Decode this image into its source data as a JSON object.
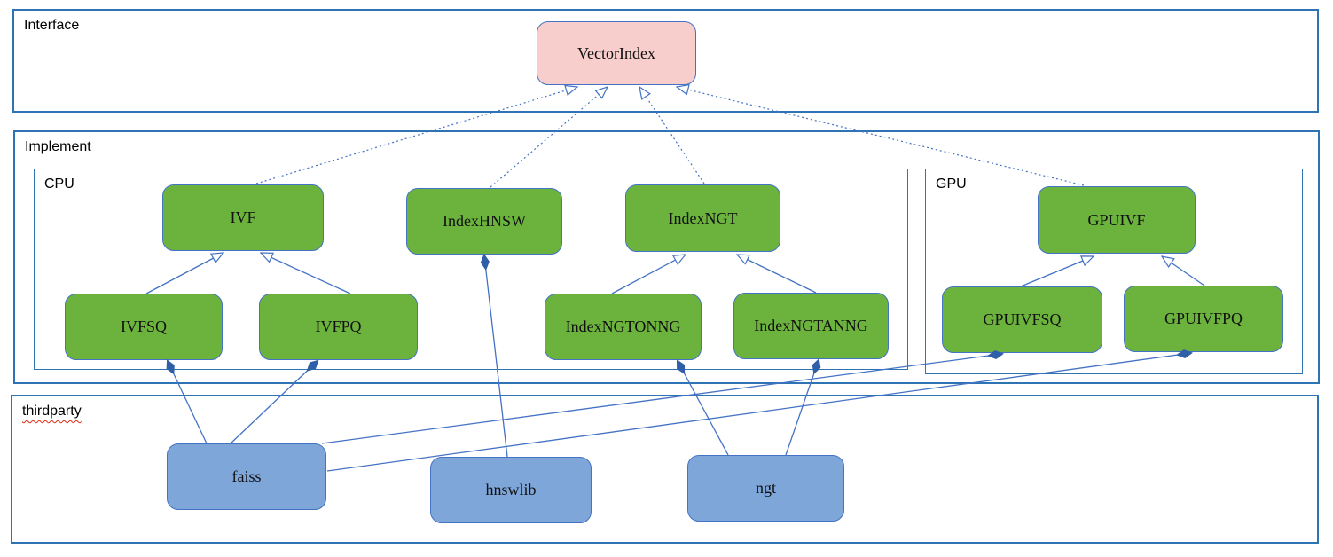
{
  "containers": {
    "interface": {
      "label": "Interface"
    },
    "implement": {
      "label": "Implement"
    },
    "cpu": {
      "label": "CPU"
    },
    "gpu": {
      "label": "GPU"
    },
    "thirdparty": {
      "label": "thirdparty",
      "spellcheck_flagged": true
    }
  },
  "nodes": {
    "vectorindex": {
      "label": "VectorIndex",
      "group": "interface"
    },
    "ivf": {
      "label": "IVF",
      "group": "cpu"
    },
    "indexhnsw": {
      "label": "IndexHNSW",
      "group": "cpu"
    },
    "indexngt": {
      "label": "IndexNGT",
      "group": "cpu"
    },
    "ivfsq": {
      "label": "IVFSQ",
      "group": "cpu"
    },
    "ivfpq": {
      "label": "IVFPQ",
      "group": "cpu"
    },
    "indexngtonng": {
      "label": "IndexNGTONNG",
      "group": "cpu"
    },
    "indexngtanng": {
      "label": "IndexNGTANNG",
      "group": "cpu"
    },
    "gpuivf": {
      "label": "GPUIVF",
      "group": "gpu"
    },
    "gpuivfsq": {
      "label": "GPUIVFSQ",
      "group": "gpu"
    },
    "gpuivfpq": {
      "label": "GPUIVFPQ",
      "group": "gpu"
    },
    "faiss": {
      "label": "faiss",
      "group": "thirdparty"
    },
    "hnswlib": {
      "label": "hnswlib",
      "group": "thirdparty"
    },
    "ngt": {
      "label": "ngt",
      "group": "thirdparty"
    }
  },
  "edges": {
    "realizations_dotted_hollow_arrow": [
      {
        "from": "IVF",
        "to": "VectorIndex"
      },
      {
        "from": "IndexHNSW",
        "to": "VectorIndex"
      },
      {
        "from": "IndexNGT",
        "to": "VectorIndex"
      },
      {
        "from": "GPUIVF",
        "to": "VectorIndex"
      }
    ],
    "generalizations_solid_hollow_arrow": [
      {
        "from": "IVFSQ",
        "to": "IVF"
      },
      {
        "from": "IVFPQ",
        "to": "IVF"
      },
      {
        "from": "IndexNGTONNG",
        "to": "IndexNGT"
      },
      {
        "from": "IndexNGTANNG",
        "to": "IndexNGT"
      },
      {
        "from": "GPUIVFSQ",
        "to": "GPUIVF"
      },
      {
        "from": "GPUIVFPQ",
        "to": "GPUIVF"
      }
    ],
    "compositions_filled_diamond_at_owner": [
      {
        "owner": "IVFSQ",
        "part": "faiss"
      },
      {
        "owner": "IVFPQ",
        "part": "faiss"
      },
      {
        "owner": "IndexHNSW",
        "part": "hnswlib"
      },
      {
        "owner": "IndexNGTONNG",
        "part": "ngt"
      },
      {
        "owner": "IndexNGTANNG",
        "part": "ngt"
      },
      {
        "owner": "GPUIVFSQ",
        "part": "faiss"
      },
      {
        "owner": "GPUIVFPQ",
        "part": "faiss"
      }
    ]
  },
  "colors": {
    "interface_node_fill": "#f8cecc",
    "implementation_node_fill": "#6cb33e",
    "thirdparty_node_fill": "#7ea6d9",
    "node_border": "#4472c4",
    "container_border": "#2e74b5",
    "connector": "#4472c4",
    "spellcheck_underline": "#e02a10",
    "background": "#ffffff"
  }
}
